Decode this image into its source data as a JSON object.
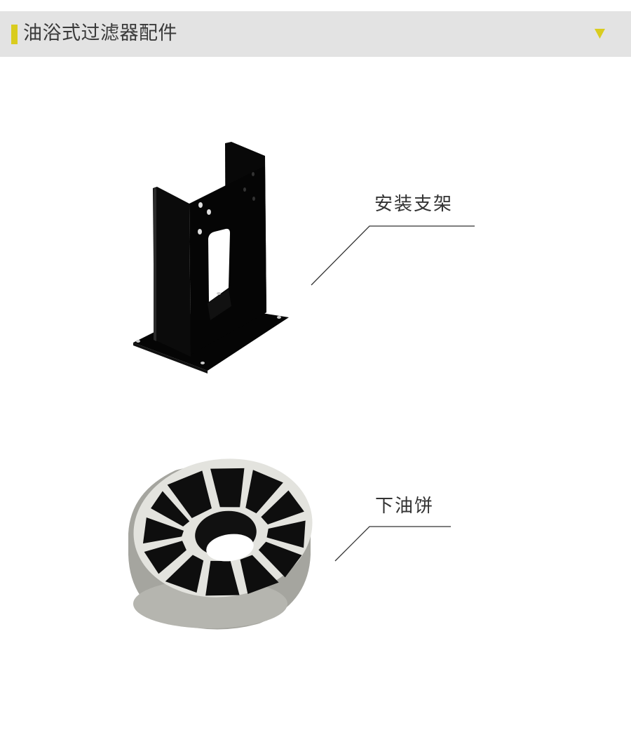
{
  "header": {
    "title": "油浴式过滤器配件",
    "accent_color": "#d9cc1f",
    "background_color": "#e3e3e3",
    "toggle_icon": "triangle-down-icon"
  },
  "items": [
    {
      "label": "安装支架",
      "image": "mounting-bracket-image"
    },
    {
      "label": "下油饼",
      "image": "lower-oil-disc-image"
    }
  ]
}
